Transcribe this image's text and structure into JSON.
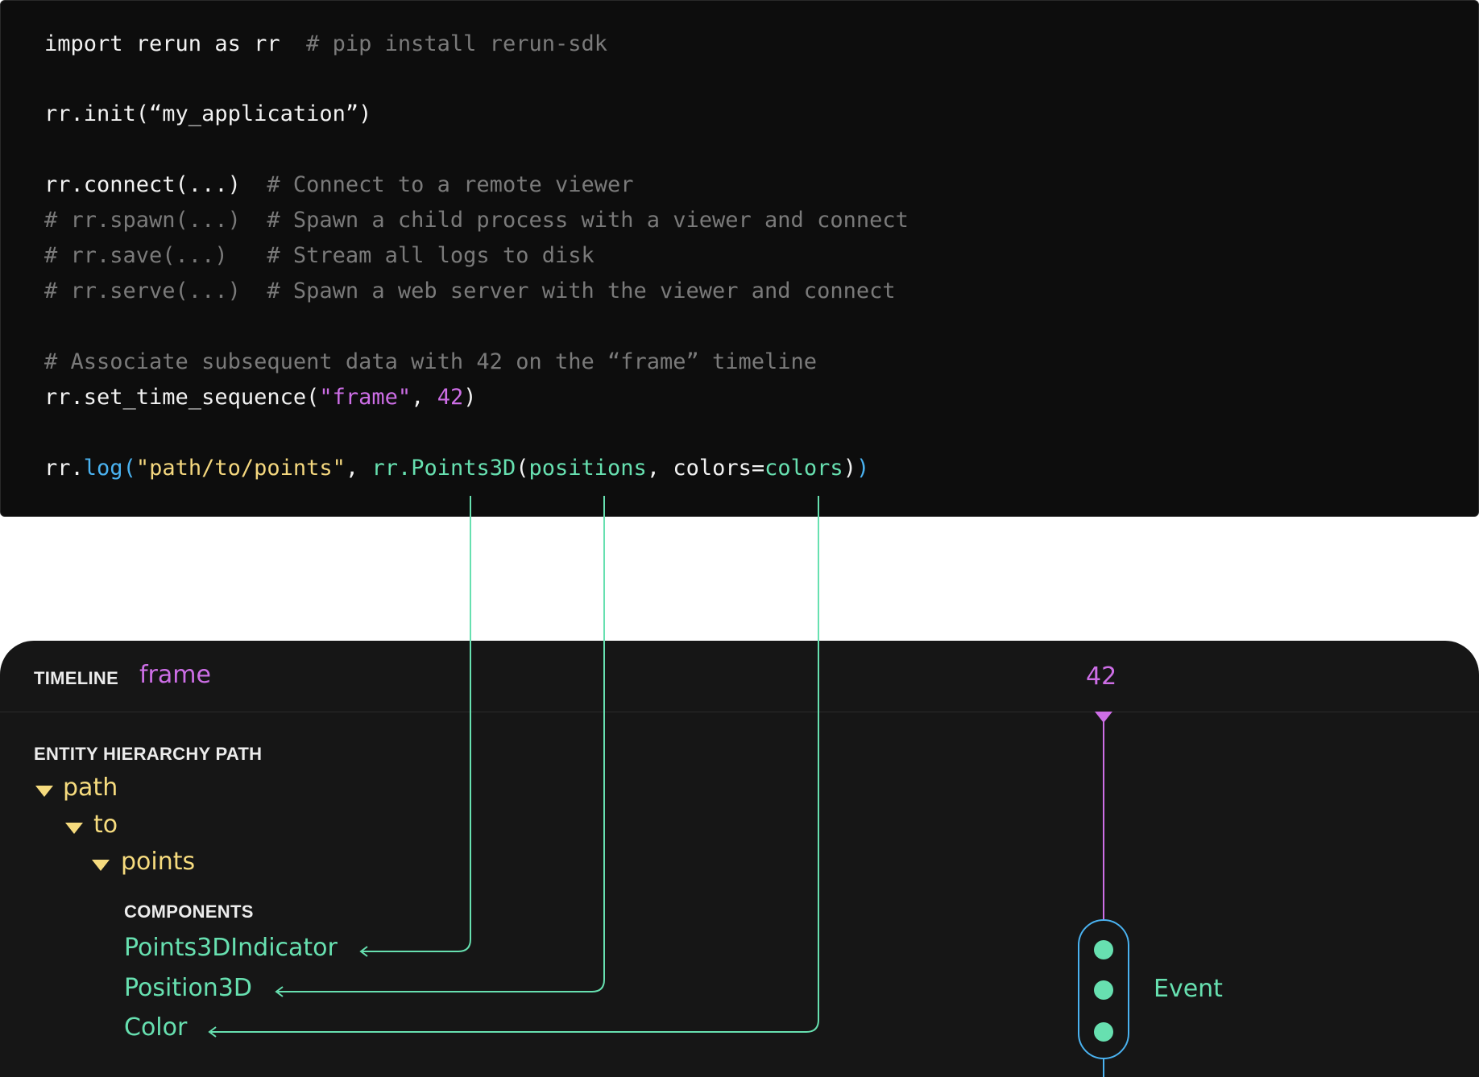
{
  "code": {
    "lines": [
      {
        "text": "",
        "parts": [
          {
            "t": "import rerun as rr  ",
            "c": "white"
          },
          {
            "t": "# pip install rerun-sdk",
            "c": "comment"
          }
        ]
      },
      {
        "parts": [
          {
            "t": "rr.init(“my_application”)",
            "c": "white"
          }
        ]
      },
      {
        "parts": [
          {
            "t": "rr.connect(...)  ",
            "c": "white"
          },
          {
            "t": "# Connect to a remote viewer",
            "c": "comment"
          }
        ]
      },
      {
        "parts": [
          {
            "t": "# rr.spawn(...)  # Spawn a child process with a viewer and connect",
            "c": "comment"
          }
        ]
      },
      {
        "parts": [
          {
            "t": "# rr.save(...)   # Stream all logs to disk",
            "c": "comment"
          }
        ]
      },
      {
        "parts": [
          {
            "t": "# rr.serve(...)  # Spawn a web server with the viewer and connect",
            "c": "comment"
          }
        ]
      },
      {
        "parts": [
          {
            "t": "# Associate subsequent data with 42 on the “frame” timeline",
            "c": "comment"
          }
        ]
      },
      {
        "parts": [
          {
            "t": "rr.set_time_sequence(",
            "c": "white"
          },
          {
            "t": "\"frame\"",
            "c": "purple"
          },
          {
            "t": ", ",
            "c": "white"
          },
          {
            "t": "42",
            "c": "purple"
          },
          {
            "t": ")",
            "c": "white"
          }
        ]
      },
      {
        "parts": [
          {
            "t": "rr.",
            "c": "white"
          },
          {
            "t": "log",
            "c": "blue"
          },
          {
            "t": "(",
            "c": "blue"
          },
          {
            "t": "\"path/to/points\"",
            "c": "str"
          },
          {
            "t": ", ",
            "c": "white"
          },
          {
            "t": "rr.Points3D",
            "c": "green"
          },
          {
            "t": "(",
            "c": "white"
          },
          {
            "t": "positions",
            "c": "green"
          },
          {
            "t": ", colors=",
            "c": "white"
          },
          {
            "t": "colors",
            "c": "green"
          },
          {
            "t": ")",
            "c": "white"
          },
          {
            "t": ")",
            "c": "blue"
          }
        ]
      }
    ]
  },
  "timeline": {
    "label": "TIMELINE",
    "name": "frame",
    "marker_value": "42",
    "hierarchy_label": "ENTITY HIERARCHY PATH",
    "path_items": [
      "path",
      "to",
      "points"
    ],
    "components_label": "COMPONENTS",
    "components": [
      "Points3DIndicator",
      "Position3D",
      "Color"
    ],
    "event_label": "Event"
  },
  "colors": {
    "accent_purple": "#cd6ee6",
    "accent_green": "#67e0b0",
    "accent_yellow": "#f6db7e",
    "accent_blue": "#4ab2f0",
    "code_bg": "#0d0d0d",
    "panel_bg": "#161616"
  }
}
